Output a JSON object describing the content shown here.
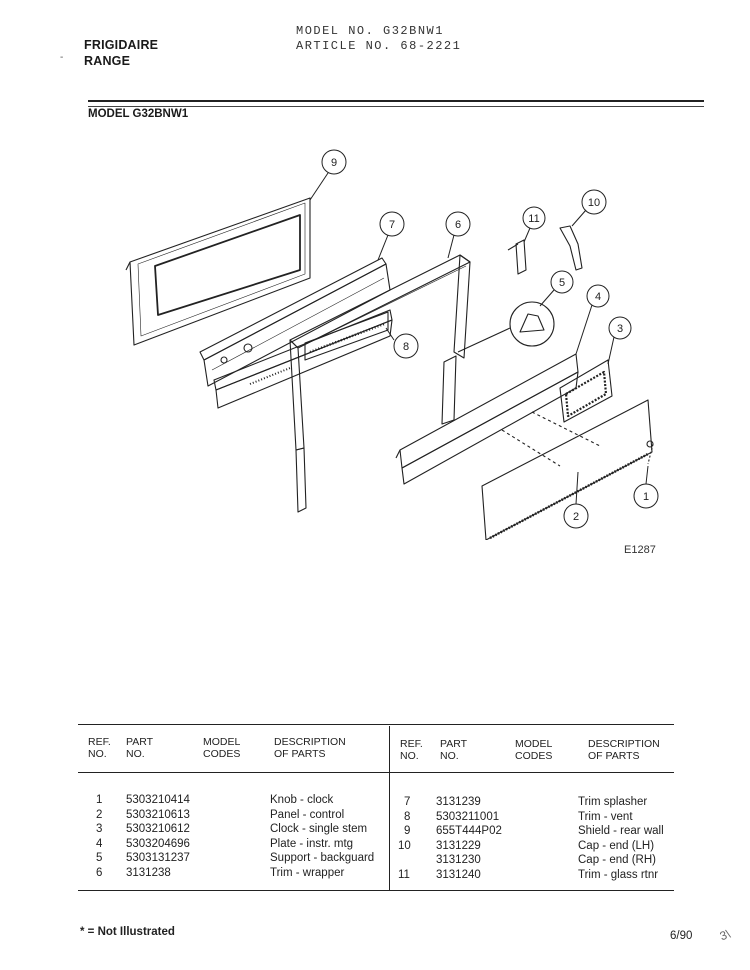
{
  "header": {
    "brand": "FRIGIDAIRE",
    "product": "RANGE",
    "model_line": "MODEL NO. G32BNW1",
    "article_line": "ARTICLE NO. 68-2221",
    "stray_mark": "-"
  },
  "section_title": "MODEL G32BNW1",
  "diagram": {
    "callouts": [
      "1",
      "2",
      "3",
      "4",
      "5",
      "6",
      "7",
      "8",
      "9",
      "10",
      "11"
    ],
    "figure_code": "E1287"
  },
  "table": {
    "headers": {
      "ref": "REF.\nNO.",
      "part": "PART\nNO.",
      "model_codes": "MODEL\nCODES",
      "description": "DESCRIPTION\nOF PARTS"
    },
    "left_rows": [
      {
        "ref": "1",
        "part": "5303210414",
        "desc": "Knob - clock"
      },
      {
        "ref": "2",
        "part": "5303210613",
        "desc": "Panel - control"
      },
      {
        "ref": "3",
        "part": "5303210612",
        "desc": "Clock - single stem"
      },
      {
        "ref": "4",
        "part": "5303204696",
        "desc": "Plate - instr. mtg"
      },
      {
        "ref": "5",
        "part": "5303131237",
        "desc": "Support - backguard"
      },
      {
        "ref": "6",
        "part": "3131238",
        "desc": "Trim - wrapper"
      }
    ],
    "right_rows": [
      {
        "ref": "7",
        "part": "3131239",
        "desc": "Trim splasher"
      },
      {
        "ref": "8",
        "part": "5303211001",
        "desc": "Trim - vent"
      },
      {
        "ref": "9",
        "part": "655T444P02",
        "desc": "Shield - rear wall"
      },
      {
        "ref": "10",
        "part": "3131229",
        "desc": "Cap - end (LH)"
      },
      {
        "ref": "",
        "part": "3131230",
        "desc": "Cap - end (RH)"
      },
      {
        "ref": "11",
        "part": "3131240",
        "desc": "Trim - glass rtnr"
      }
    ]
  },
  "footer": {
    "note": "* = Not Illustrated",
    "date": "6/90",
    "handwritten": "3\\"
  }
}
